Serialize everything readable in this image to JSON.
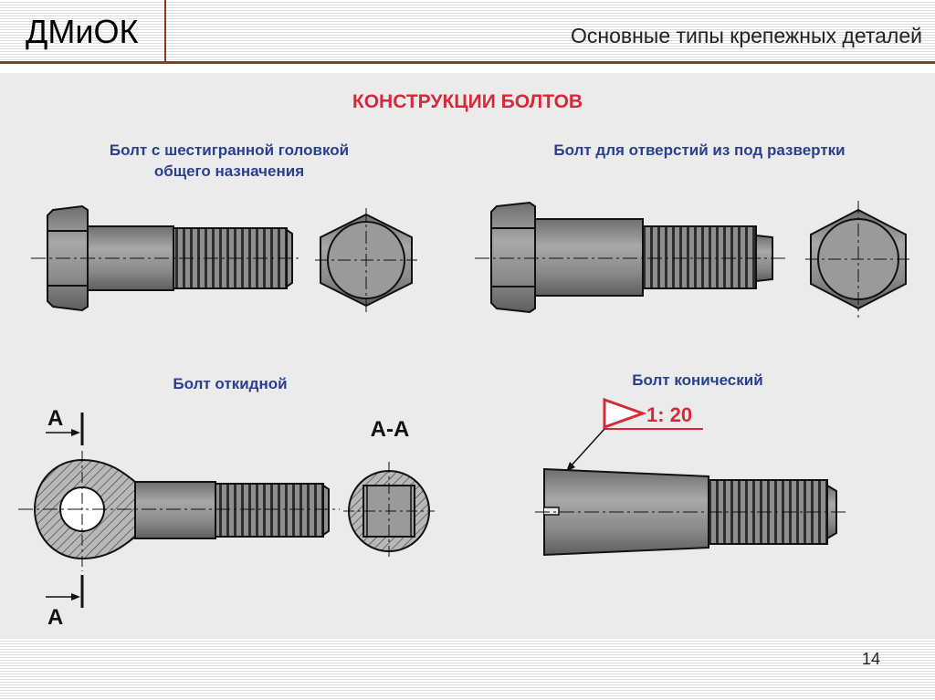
{
  "header": {
    "logo": "ДМиОК",
    "title": "Основные типы крепежных деталей"
  },
  "diagram": {
    "title": "КОНСТРУКЦИИ  БОЛТОВ",
    "hex_bolt": {
      "label_line1": "Болт с шестигранной  головкой",
      "label_line2": "общего назначения"
    },
    "reamer_bolt": {
      "label": "Болт  для отверстий из под развертки"
    },
    "eye_bolt": {
      "label": "Болт откидной",
      "section_mark_top": "А",
      "section_mark_bottom": "А",
      "section_label": "А-А"
    },
    "taper_bolt": {
      "label": "Болт конический",
      "taper": "1: 20"
    }
  },
  "colors": {
    "title_red": "#d42a3a",
    "label_blue": "#2a3f8f",
    "part_gray": "#909090",
    "background": "#ebebeb",
    "header_rule": "#8b3a2a"
  },
  "footer": {
    "page_number": "14"
  }
}
